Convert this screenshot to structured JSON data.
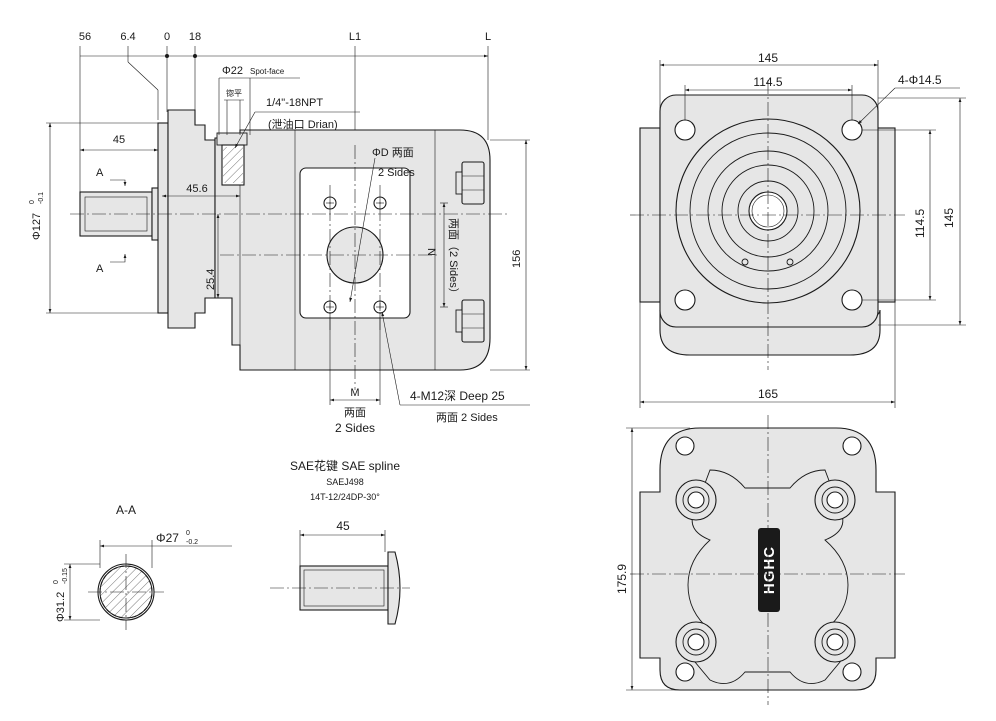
{
  "drawing": {
    "top_scale": {
      "d56": "56",
      "d6_4": "6.4",
      "d0": "0",
      "d18": "18",
      "L1": "L1",
      "L": "L"
    },
    "side_view": {
      "spot_face": "Φ22",
      "spot_face_note": "Spot-face",
      "port_label_cn": "锪平",
      "drain_thread": "1/4\"-18NPT",
      "drain_note": "(泄油口 Drian)",
      "shaft_len": "45",
      "shaft_dia": "Φ127",
      "shaft_dia_tol_upper": "0",
      "shaft_dia_tol_lower": "-0.1",
      "dim_45_6": "45.6",
      "dim_25_4": "25.4",
      "section_mark_top": "A",
      "section_mark_bottom": "A",
      "port_dia_line1": "ΦD 两面",
      "port_dia_line2": "2 Sides",
      "n_line1": "N",
      "n_line2": "两面（2 Sides）",
      "height_156": "156",
      "m_label": "M",
      "m_sides_cn": "两面",
      "m_sides_en": "2 Sides",
      "bolt_holes": "4-M12深 Deep 25",
      "bolt_holes_sides": "两面 2 Sides"
    },
    "front_view": {
      "width_145": "145",
      "width_114_5": "114.5",
      "holes": "4-Φ14.5",
      "height_114_5": "114.5",
      "height_145": "145",
      "width_165": "165"
    },
    "section_aa": {
      "title": "A-A",
      "dia_27": "Φ27",
      "dia_27_tol_upper": "0",
      "dia_27_tol_lower": "-0.2",
      "dia_31_2": "Φ31.2",
      "dia_31_2_tol_upper": "0",
      "dia_31_2_tol_lower": "-0.15"
    },
    "spline": {
      "title": "SAE花键 SAE spline",
      "standard": "SAEJ498",
      "spec": "14T-12/24DP-30°",
      "length": "45"
    },
    "rear_view": {
      "height_175_9": "175.9",
      "brand": "HGHC"
    }
  }
}
